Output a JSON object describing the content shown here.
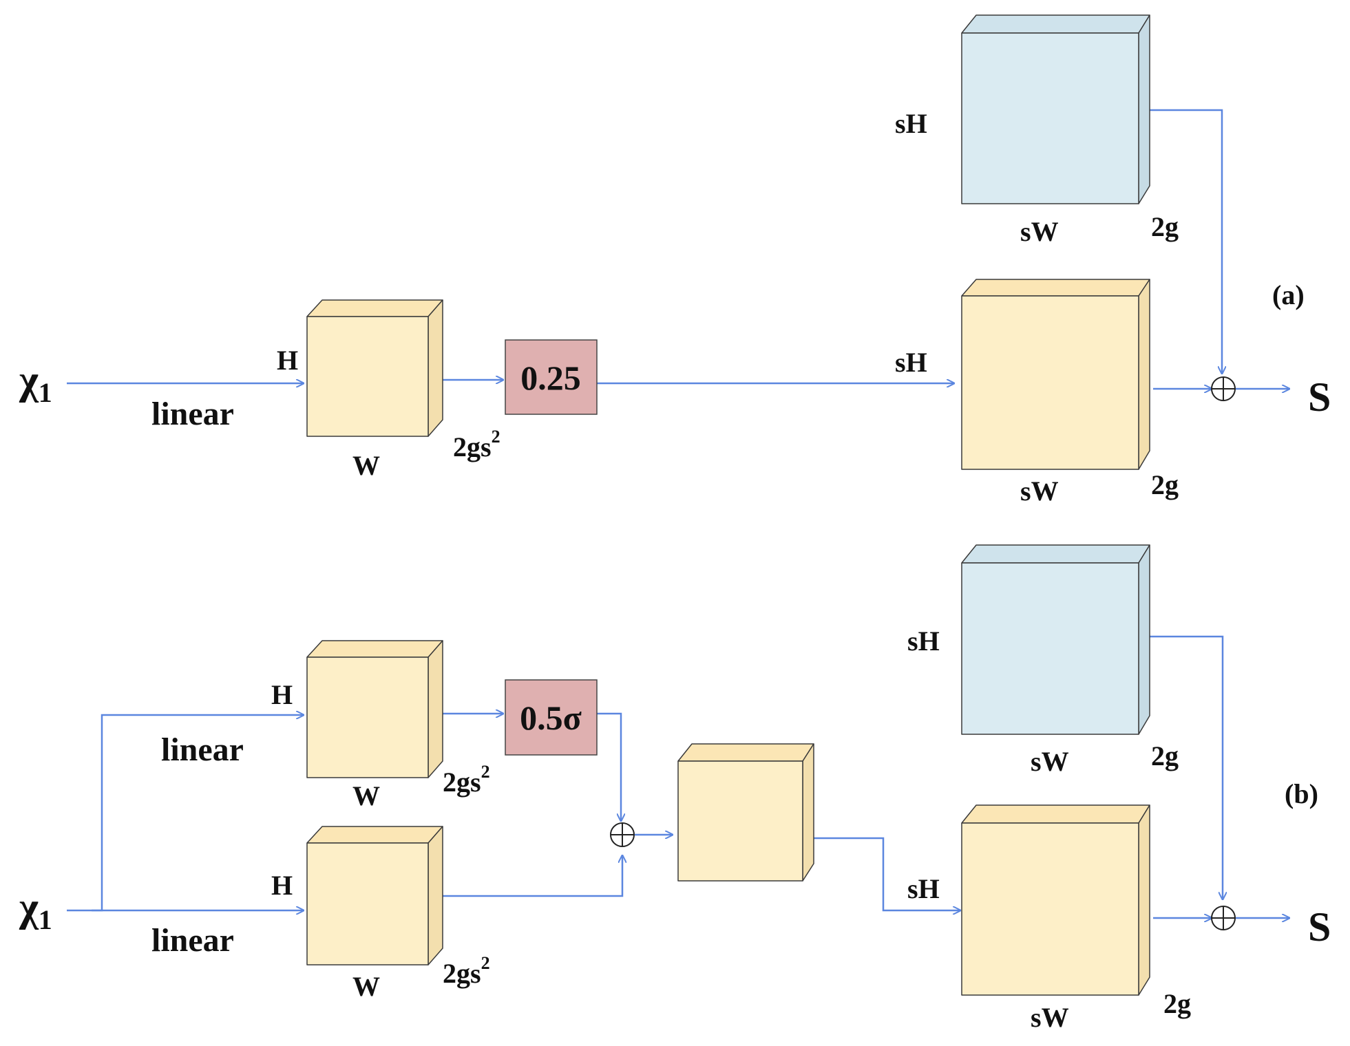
{
  "colors": {
    "wire": "#5b86df",
    "cube_yellow": "#fdefc8",
    "cube_yellow_top": "#fbe6b5",
    "cube_yellow_side": "#f3dfae",
    "cube_blue": "#daebf2",
    "cube_blue_top": "#cfe3ec",
    "cube_blue_side": "#c6dbe5",
    "op_box": "#dfb0b0"
  },
  "panel_a": {
    "label": "(a)",
    "input": {
      "main": "χ",
      "sub": "1"
    },
    "edge_label": "linear",
    "cube1": {
      "h": "H",
      "w": "W",
      "c_main": "2gs",
      "c_sup": "2"
    },
    "op_box": "0.25",
    "offset_cube": {
      "h": "sH",
      "w": "sW",
      "c": "2g"
    },
    "output_cube": {
      "h": "sH",
      "w": "sW",
      "c": "2g"
    },
    "output": "S"
  },
  "panel_b": {
    "label": "(b)",
    "input": {
      "main": "χ",
      "sub": "1"
    },
    "edge_label_top": "linear",
    "edge_label_bottom": "linear",
    "cube_top": {
      "h": "H",
      "w": "W",
      "c_main": "2gs",
      "c_sup": "2"
    },
    "cube_bottom": {
      "h": "H",
      "w": "W",
      "c_main": "2gs",
      "c_sup": "2"
    },
    "op_box": "0.5σ",
    "offset_cube": {
      "h": "sH",
      "w": "sW",
      "c": "2g"
    },
    "output_cube": {
      "h": "sH",
      "w": "sW",
      "c": "2g"
    },
    "output": "S"
  }
}
